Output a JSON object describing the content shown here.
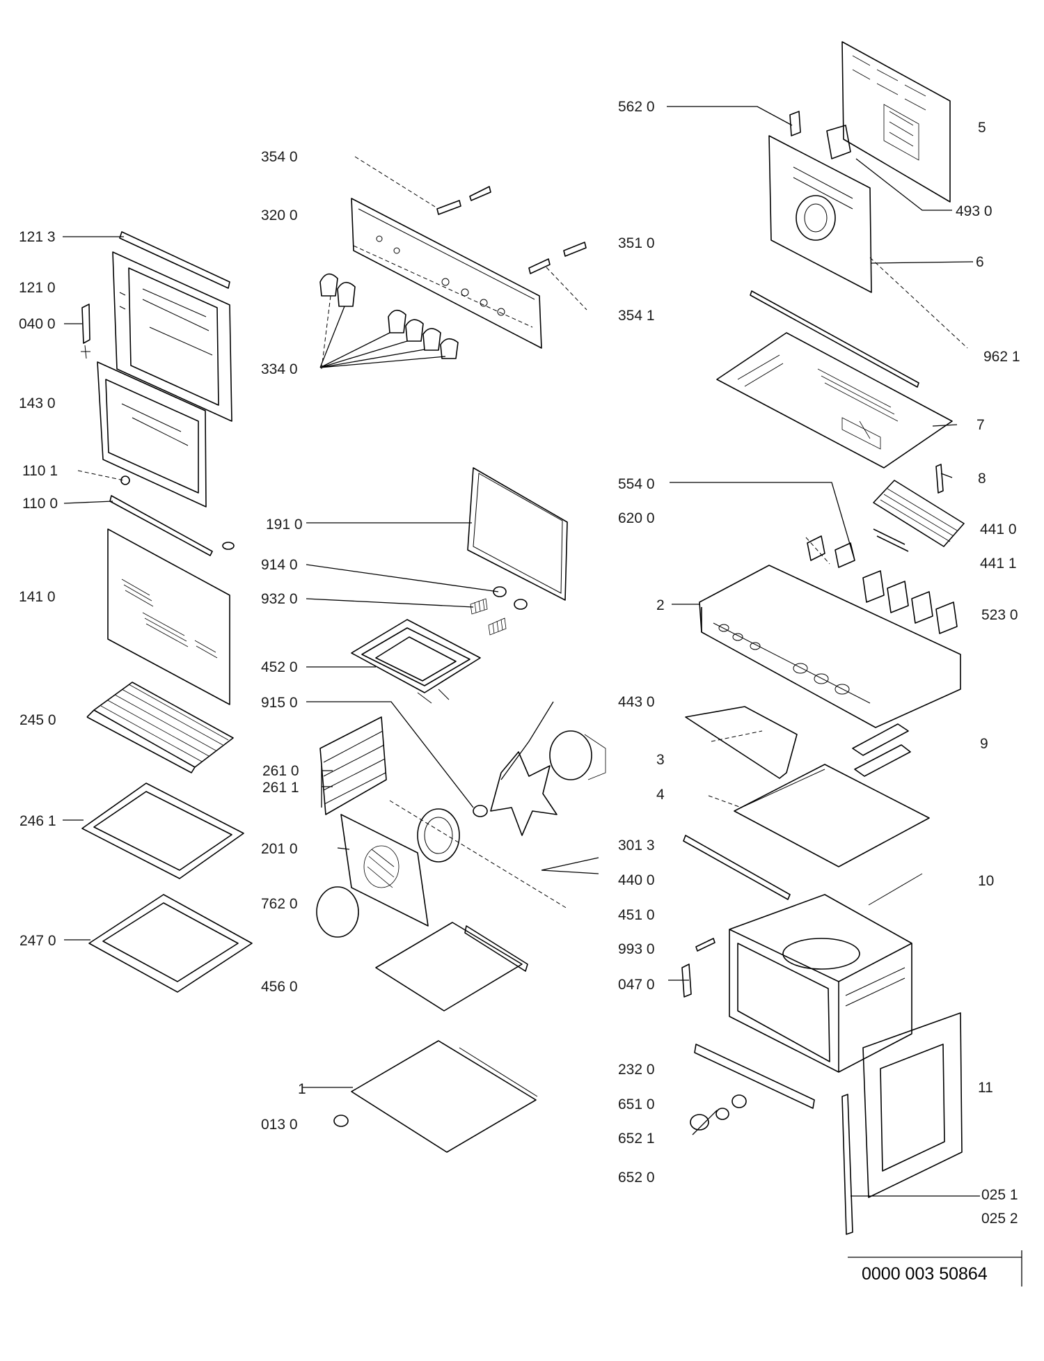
{
  "labels": {
    "l121_3": "121 3",
    "l121_0": "121 0",
    "l040_0": "040 0",
    "l143_0": "143 0",
    "l110_1": "110 1",
    "l110_0": "110 0",
    "l141_0": "141 0",
    "l245_0": "245 0",
    "l246_1": "246 1",
    "l247_0": "247 0",
    "l354_0": "354 0",
    "l320_0": "320 0",
    "l351_0": "351 0",
    "l354_1": "354 1",
    "l334_0": "334 0",
    "l191_0": "191 0",
    "l914_0": "914 0",
    "l932_0": "932 0",
    "l452_0": "452 0",
    "l915_0": "915 0",
    "l261_0": "261 0",
    "l261_1": "261 1",
    "l201_0": "201 0",
    "l762_0": "762 0",
    "l456_0": "456 0",
    "l1": "1",
    "l013_0": "013 0",
    "l443_0": "443 0",
    "l3": "3",
    "l4": "4",
    "l301_3": "301 3",
    "l440_0": "440 0",
    "l451_0": "451 0",
    "l993_0": "993 0",
    "l047_0": "047 0",
    "l232_0": "232 0",
    "l651_0": "651 0",
    "l652_1": "652 1",
    "l652_0": "652 0",
    "l562_0": "562 0",
    "l5": "5",
    "l493_0": "493 0",
    "l6": "6",
    "l962_1": "962 1",
    "l7": "7",
    "l8": "8",
    "l554_0": "554 0",
    "l620_0": "620 0",
    "l441_0": "441 0",
    "l441_1": "441 1",
    "l2": "2",
    "l523_0": "523 0",
    "l9": "9",
    "l10": "10",
    "l11": "11",
    "l025_1": "025 1",
    "l025_2": "025 2"
  },
  "document_number": "0000 003 50864"
}
